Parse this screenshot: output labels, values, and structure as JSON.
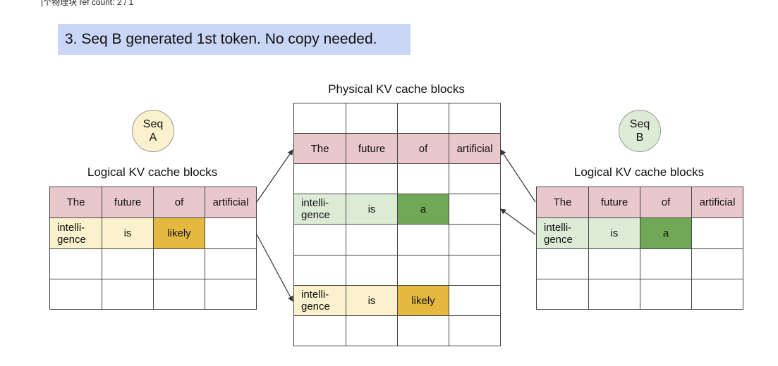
{
  "top_fragment": "|个物理块 ref count: 2 / 1",
  "banner": {
    "text": "3. Seq B generated 1st token. No copy needed."
  },
  "seq_a": {
    "label_line1": "Seq",
    "label_line2": "A"
  },
  "seq_b": {
    "label_line1": "Seq",
    "label_line2": "B"
  },
  "left_title": "Logical KV cache blocks",
  "middle_title": "Physical KV cache blocks",
  "right_title": "Logical KV cache blocks",
  "colors": {
    "banner_bg": "#c9d6f5",
    "pink": "#e9c8cc",
    "yellow_light": "#fbf1cc",
    "yellow_dark": "#e5b93f",
    "green_light": "#dcebd6",
    "green_dark": "#71a855"
  },
  "left_table": {
    "rows": [
      [
        {
          "text": "The",
          "color": "pink"
        },
        {
          "text": "future",
          "color": "pink"
        },
        {
          "text": "of",
          "color": "pink"
        },
        {
          "text": "artificial",
          "color": "pink"
        }
      ],
      [
        {
          "text": "intelli-\ngence",
          "color": "yellow_light"
        },
        {
          "text": "is",
          "color": "yellow_light"
        },
        {
          "text": "likely",
          "color": "yellow_dark"
        },
        {
          "text": "",
          "color": ""
        }
      ],
      [
        {
          "text": "",
          "color": ""
        },
        {
          "text": "",
          "color": ""
        },
        {
          "text": "",
          "color": ""
        },
        {
          "text": "",
          "color": ""
        }
      ],
      [
        {
          "text": "",
          "color": ""
        },
        {
          "text": "",
          "color": ""
        },
        {
          "text": "",
          "color": ""
        },
        {
          "text": "",
          "color": ""
        }
      ]
    ]
  },
  "middle_table": {
    "rows": [
      [
        {
          "text": "",
          "color": ""
        },
        {
          "text": "",
          "color": ""
        },
        {
          "text": "",
          "color": ""
        },
        {
          "text": "",
          "color": ""
        }
      ],
      [
        {
          "text": "The",
          "color": "pink"
        },
        {
          "text": "future",
          "color": "pink"
        },
        {
          "text": "of",
          "color": "pink"
        },
        {
          "text": "artificial",
          "color": "pink"
        }
      ],
      [
        {
          "text": "",
          "color": ""
        },
        {
          "text": "",
          "color": ""
        },
        {
          "text": "",
          "color": ""
        },
        {
          "text": "",
          "color": ""
        }
      ],
      [
        {
          "text": "intelli-\ngence",
          "color": "green_light"
        },
        {
          "text": "is",
          "color": "green_light"
        },
        {
          "text": "a",
          "color": "green_dark"
        },
        {
          "text": "",
          "color": ""
        }
      ],
      [
        {
          "text": "",
          "color": ""
        },
        {
          "text": "",
          "color": ""
        },
        {
          "text": "",
          "color": ""
        },
        {
          "text": "",
          "color": ""
        }
      ],
      [
        {
          "text": "",
          "color": ""
        },
        {
          "text": "",
          "color": ""
        },
        {
          "text": "",
          "color": ""
        },
        {
          "text": "",
          "color": ""
        }
      ],
      [
        {
          "text": "intelli-\ngence",
          "color": "yellow_light"
        },
        {
          "text": "is",
          "color": "yellow_light"
        },
        {
          "text": "likely",
          "color": "yellow_dark"
        },
        {
          "text": "",
          "color": ""
        }
      ],
      [
        {
          "text": "",
          "color": ""
        },
        {
          "text": "",
          "color": ""
        },
        {
          "text": "",
          "color": ""
        },
        {
          "text": "",
          "color": ""
        }
      ]
    ]
  },
  "right_table": {
    "rows": [
      [
        {
          "text": "The",
          "color": "pink"
        },
        {
          "text": "future",
          "color": "pink"
        },
        {
          "text": "of",
          "color": "pink"
        },
        {
          "text": "artificial",
          "color": "pink"
        }
      ],
      [
        {
          "text": "intelli-\ngence",
          "color": "green_light"
        },
        {
          "text": "is",
          "color": "green_light"
        },
        {
          "text": "a",
          "color": "green_dark"
        },
        {
          "text": "",
          "color": ""
        }
      ],
      [
        {
          "text": "",
          "color": ""
        },
        {
          "text": "",
          "color": ""
        },
        {
          "text": "",
          "color": ""
        },
        {
          "text": "",
          "color": ""
        }
      ],
      [
        {
          "text": "",
          "color": ""
        },
        {
          "text": "",
          "color": ""
        },
        {
          "text": "",
          "color": ""
        },
        {
          "text": "",
          "color": ""
        }
      ]
    ]
  }
}
